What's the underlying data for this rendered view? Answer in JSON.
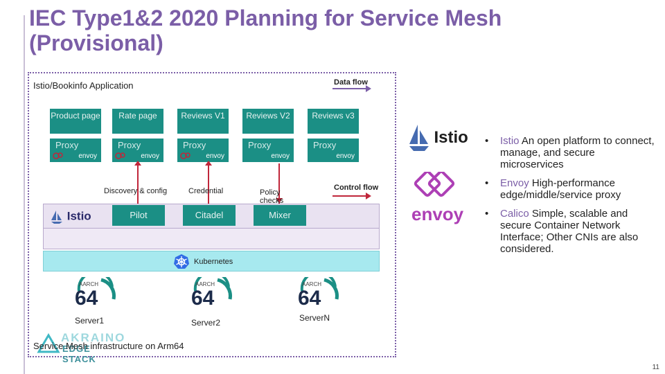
{
  "title": "IEC Type1&2 2020 Planning for Service Mesh (Provisional)",
  "app_label": "Istio/Bookinfo Application",
  "data_flow_label": "Data flow",
  "control_flow_label": "Control flow",
  "services": [
    {
      "label": "Product page"
    },
    {
      "label": "Rate page"
    },
    {
      "label": "Reviews V1"
    },
    {
      "label": "Reviews V2"
    },
    {
      "label": "Reviews v3"
    }
  ],
  "proxy_label": "Proxy",
  "envoy_mini_label": "envoy",
  "control_labels": {
    "discovery": "Discovery & config",
    "credential": "Credential",
    "policy": "Policy checks"
  },
  "istio_small_logo": "Istio",
  "control_plane": [
    {
      "label": "Pilot"
    },
    {
      "label": "Citadel"
    },
    {
      "label": "Mixer"
    }
  ],
  "kubernetes_label": "Kubernetes",
  "arm_badge_text": "64",
  "arm_badge_arc": "AARCH",
  "servers": [
    {
      "label": "Server1"
    },
    {
      "label": "Server2"
    },
    {
      "label": "ServerN"
    }
  ],
  "footer_caption": "Service Mesh infrastructure on Arm64",
  "akraino_text": "AKRAINO",
  "akraino_sub": "EDGE STACK",
  "right_istio_logo": "Istio",
  "right_envoy_logo": "envoy",
  "bullets": [
    {
      "kw": "Istio",
      "text": " An open platform to connect, manage, and secure microservices"
    },
    {
      "kw": "Envoy",
      "text": " High-performance edge/middle/service proxy"
    },
    {
      "kw": "Calico",
      "text": " Simple, scalable and secure Container Network Interface; Other CNIs are also considered."
    }
  ],
  "bullet_glyph": "•",
  "page_number": "11",
  "colors": {
    "accent": "#7b5ea7",
    "teal": "#1b8f85",
    "control_flow": "#c0263a",
    "k8s": "#a7e9ef"
  }
}
